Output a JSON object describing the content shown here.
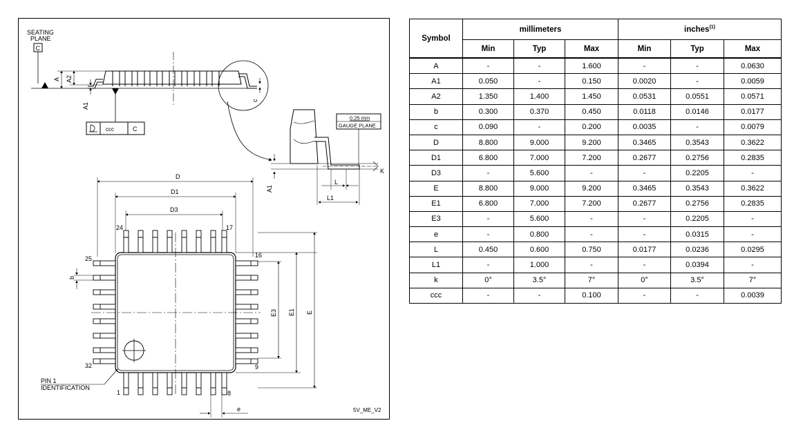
{
  "drawing": {
    "seating_plane_line1": "SEATING",
    "seating_plane_line2": "PLANE",
    "datum_c": "C",
    "ccc_label": "ccc",
    "ccc_datum": "C",
    "gauge_label_value": "0.25 mm",
    "gauge_label_text": "GAUGE PLANE",
    "pin1_line1": "PIN 1",
    "pin1_line2": "IDENTIFICATION",
    "drawing_code": "5V_ME_V2",
    "dims": {
      "A": "A",
      "A1": "A1",
      "A2": "A2",
      "c": "c",
      "K": "K",
      "L": "L",
      "L1": "L1",
      "D": "D",
      "D1": "D1",
      "D3": "D3",
      "E": "E",
      "E1": "E1",
      "E3": "E3",
      "b": "b",
      "e": "e"
    },
    "pins": {
      "p1": "1",
      "p8": "8",
      "p9": "9",
      "p16": "16",
      "p17": "17",
      "p24": "24",
      "p25": "25",
      "p32": "32"
    }
  },
  "table": {
    "symbol_header": "Symbol",
    "mm_header": "millimeters",
    "inch_header": "inches",
    "inch_note": "(1)",
    "sub_headers": [
      "Min",
      "Typ",
      "Max",
      "Min",
      "Typ",
      "Max"
    ],
    "rows": [
      [
        "A",
        "-",
        "-",
        "1.600",
        "-",
        "-",
        "0.0630"
      ],
      [
        "A1",
        "0.050",
        "-",
        "0.150",
        "0.0020",
        "-",
        "0.0059"
      ],
      [
        "A2",
        "1.350",
        "1.400",
        "1.450",
        "0.0531",
        "0.0551",
        "0.0571"
      ],
      [
        "b",
        "0.300",
        "0.370",
        "0.450",
        "0.0118",
        "0.0146",
        "0.0177"
      ],
      [
        "c",
        "0.090",
        "-",
        "0.200",
        "0.0035",
        "-",
        "0.0079"
      ],
      [
        "D",
        "8.800",
        "9.000",
        "9.200",
        "0.3465",
        "0.3543",
        "0.3622"
      ],
      [
        "D1",
        "6.800",
        "7.000",
        "7.200",
        "0.2677",
        "0.2756",
        "0.2835"
      ],
      [
        "D3",
        "-",
        "5.600",
        "-",
        "-",
        "0.2205",
        "-"
      ],
      [
        "E",
        "8.800",
        "9.000",
        "9.200",
        "0.3465",
        "0.3543",
        "0.3622"
      ],
      [
        "E1",
        "6.800",
        "7.000",
        "7.200",
        "0.2677",
        "0.2756",
        "0.2835"
      ],
      [
        "E3",
        "-",
        "5.600",
        "-",
        "-",
        "0.2205",
        "-"
      ],
      [
        "e",
        "-",
        "0.800",
        "-",
        "-",
        "0.0315",
        "-"
      ],
      [
        "L",
        "0.450",
        "0.600",
        "0.750",
        "0.0177",
        "0.0236",
        "0.0295"
      ],
      [
        "L1",
        "-",
        "1.000",
        "-",
        "-",
        "0.0394",
        "-"
      ],
      [
        "k",
        "0°",
        "3.5°",
        "7°",
        "0°",
        "3.5°",
        "7°"
      ],
      [
        "ccc",
        "-",
        "-",
        "0.100",
        "-",
        "-",
        "0.0039"
      ]
    ]
  }
}
